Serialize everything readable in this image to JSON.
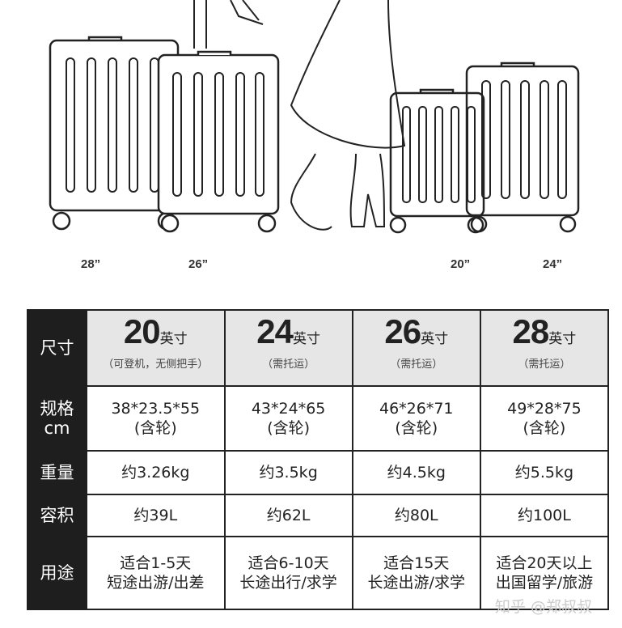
{
  "illustration": {
    "size_labels": [
      "28”",
      "26”",
      "20”",
      "24”"
    ]
  },
  "table": {
    "row_headers": {
      "size": "尺寸",
      "spec": "规格",
      "spec_unit": "cm",
      "weight": "重量",
      "capacity": "容积",
      "usage": "用途"
    },
    "columns": [
      {
        "size": "20",
        "unit": "英寸",
        "note": "（可登机，无侧把手）",
        "spec": "38*23.5*55",
        "spec_note": "(含轮)",
        "weight": "约3.26kg",
        "capacity": "约39L",
        "usage1": "适合1-5天",
        "usage2": "短途出游/出差"
      },
      {
        "size": "24",
        "unit": "英寸",
        "note": "（需托运）",
        "spec": "43*24*65",
        "spec_note": "(含轮)",
        "weight": "约3.5kg",
        "capacity": "约62L",
        "usage1": "适合6-10天",
        "usage2": "长途出行/求学"
      },
      {
        "size": "26",
        "unit": "英寸",
        "note": "（需托运）",
        "spec": "46*26*71",
        "spec_note": "(含轮)",
        "weight": "约4.5kg",
        "capacity": "约80L",
        "usage1": "适合15天",
        "usage2": "长途出游/求学"
      },
      {
        "size": "28",
        "unit": "英寸",
        "note": "（需托运）",
        "spec": "49*28*75",
        "spec_note": "(含轮)",
        "weight": "约5.5kg",
        "capacity": "约100L",
        "usage1": "适合20天以上",
        "usage2": "出国留学/旅游"
      }
    ]
  },
  "watermark": "知乎 @郑叔叔"
}
